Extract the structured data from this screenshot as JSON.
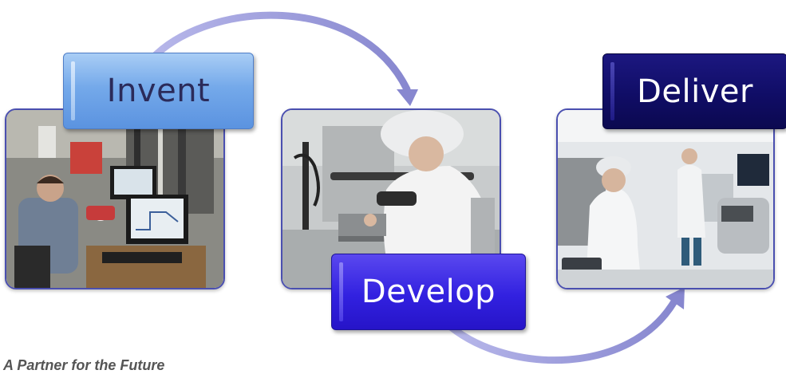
{
  "steps": [
    {
      "label": "Invent"
    },
    {
      "label": "Develop"
    },
    {
      "label": "Deliver"
    }
  ],
  "caption": "A Partner for the Future",
  "colors": {
    "arrow": "#8f8fd6",
    "photo_border": "#4a4fb0",
    "invent_box": "#74a9ea",
    "develop_box": "#3221e0",
    "deliver_box": "#100d66"
  }
}
